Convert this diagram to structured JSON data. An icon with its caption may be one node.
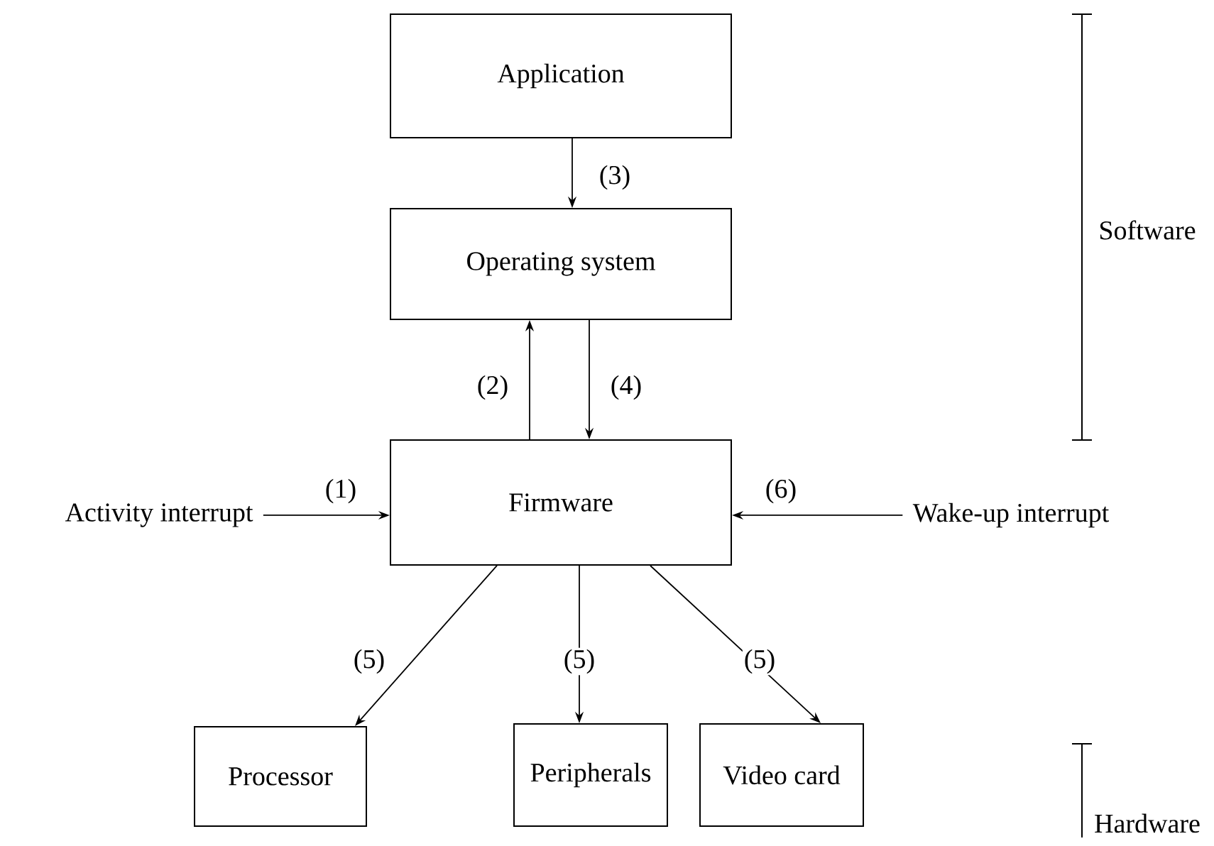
{
  "diagram": {
    "nodes": [
      {
        "text": [
          "Application"
        ]
      },
      {
        "text": [
          "Operating system"
        ]
      },
      {
        "text": [
          "Firmware"
        ]
      },
      {
        "text": [
          "Processor"
        ]
      },
      {
        "text": [
          "Peripherals"
        ]
      },
      {
        "text": [
          "Video card"
        ]
      },
      {
        "text": [
          "Activity interrupt"
        ]
      },
      {
        "text": [
          "Wake-up interrupt"
        ]
      }
    ],
    "edges": [
      {
        "from": 0,
        "to": 1,
        "arrow": "to",
        "label": "(3)"
      },
      {
        "from": 2,
        "to": 1,
        "arrow": "to",
        "label": "(2)"
      },
      {
        "from": 1,
        "to": 2,
        "arrow": "to",
        "label": "(4)"
      },
      {
        "from": 6,
        "to": 2,
        "arrow": "to",
        "label": "(1)"
      },
      {
        "from": 7,
        "to": 2,
        "arrow": "to",
        "label": "(6)"
      },
      {
        "from": 2,
        "to": 3,
        "arrow": "to",
        "label": "(5)"
      },
      {
        "from": 2,
        "to": 4,
        "arrow": "to",
        "label": "(5)"
      },
      {
        "from": 2,
        "to": 5,
        "arrow": "to",
        "label": "(5)"
      }
    ],
    "labels": [
      "Software",
      "Hardware"
    ]
  }
}
